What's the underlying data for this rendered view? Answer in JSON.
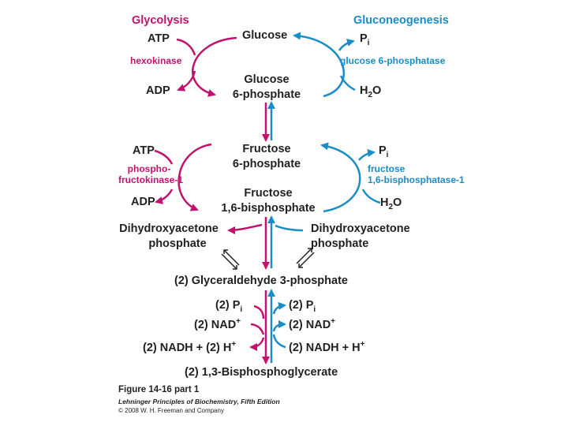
{
  "pathways": {
    "glycolysis": "Glycolysis",
    "gluconeogenesis": "Gluconeogenesis"
  },
  "colors": {
    "glycolysis": "#c1136e",
    "gluconeogenesis": "#1a8cc6",
    "text": "#231f20"
  },
  "metabolites": {
    "glucose": "Glucose",
    "g6p_1": "Glucose",
    "g6p_2": "6-phosphate",
    "f6p_1": "Fructose",
    "f6p_2": "6-phosphate",
    "fbp_1": "Fructose",
    "fbp_2": "1,6-bisphosphate",
    "dhap_left_1": "Dihydroxyacetone",
    "dhap_left_2": "phosphate",
    "dhap_right_1": "Dihydroxyacetone",
    "dhap_right_2": "phosphate",
    "g3p": "(2) Glyceraldehyde 3-phosphate",
    "bpg": "(2) 1,3-Bisphosphoglycerate"
  },
  "step1": {
    "left_in": "ATP",
    "left_out": "ADP",
    "enzyme_left": "hexokinase",
    "right_in": "P",
    "right_in_sub": "i",
    "right_out": "H",
    "right_out_sub": "2",
    "right_out_tail": "O",
    "enzyme_right": "glucose 6-phosphatase"
  },
  "step3": {
    "left_in": "ATP",
    "left_out": "ADP",
    "enzyme_left_1": "phospho-",
    "enzyme_left_2": "fructokinase-1",
    "right_in": "P",
    "right_in_sub": "i",
    "right_out": "H",
    "right_out_sub": "2",
    "right_out_tail": "O",
    "enzyme_right_1": "fructose",
    "enzyme_right_2": "1,6-bisphosphatase-1"
  },
  "step6": {
    "left_pi": "(2) P",
    "left_pi_sub": "i",
    "left_nad": "(2) NAD",
    "left_nad_sup": "+",
    "left_nadh": "(2) NADH + (2) H",
    "left_nadh_sup": "+",
    "right_pi": "(2) P",
    "right_pi_sub": "i",
    "right_nad": "(2) NAD",
    "right_nad_sup": "+",
    "right_nadh": "(2) NADH + H",
    "right_nadh_sup": "+"
  },
  "caption": {
    "figure": "Figure 14-16 part 1",
    "book": "Lehninger Principles of Biochemistry, Fifth Edition",
    "copyright": "© 2008 W. H. Freeman and Company"
  }
}
